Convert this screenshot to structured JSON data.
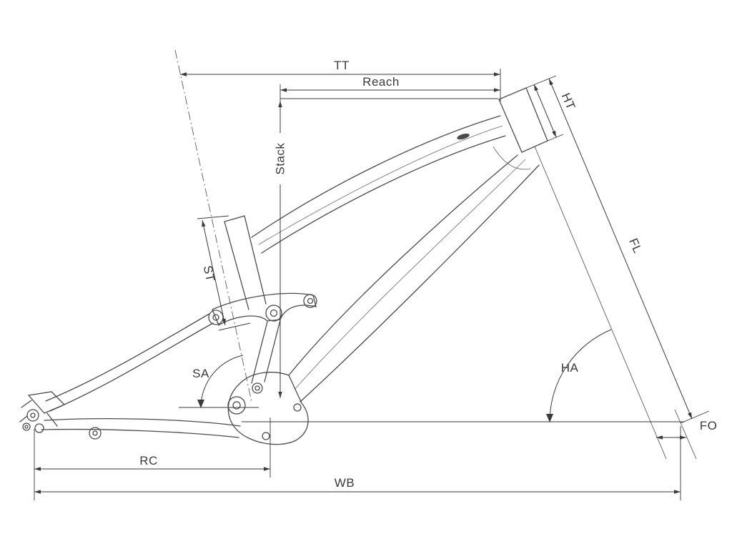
{
  "diagram": {
    "type": "bicycle-frame-geometry",
    "background_color": "#ffffff",
    "line_color": "#3a3a3a",
    "frame_color": "#4b4b4b",
    "labels": {
      "tt": "TT",
      "reach": "Reach",
      "stack": "Stack",
      "ht": "HT",
      "fl": "FL",
      "st": "ST",
      "sa": "SA",
      "ha": "HA",
      "fo": "FO",
      "rc": "RC",
      "wb": "WB"
    }
  }
}
